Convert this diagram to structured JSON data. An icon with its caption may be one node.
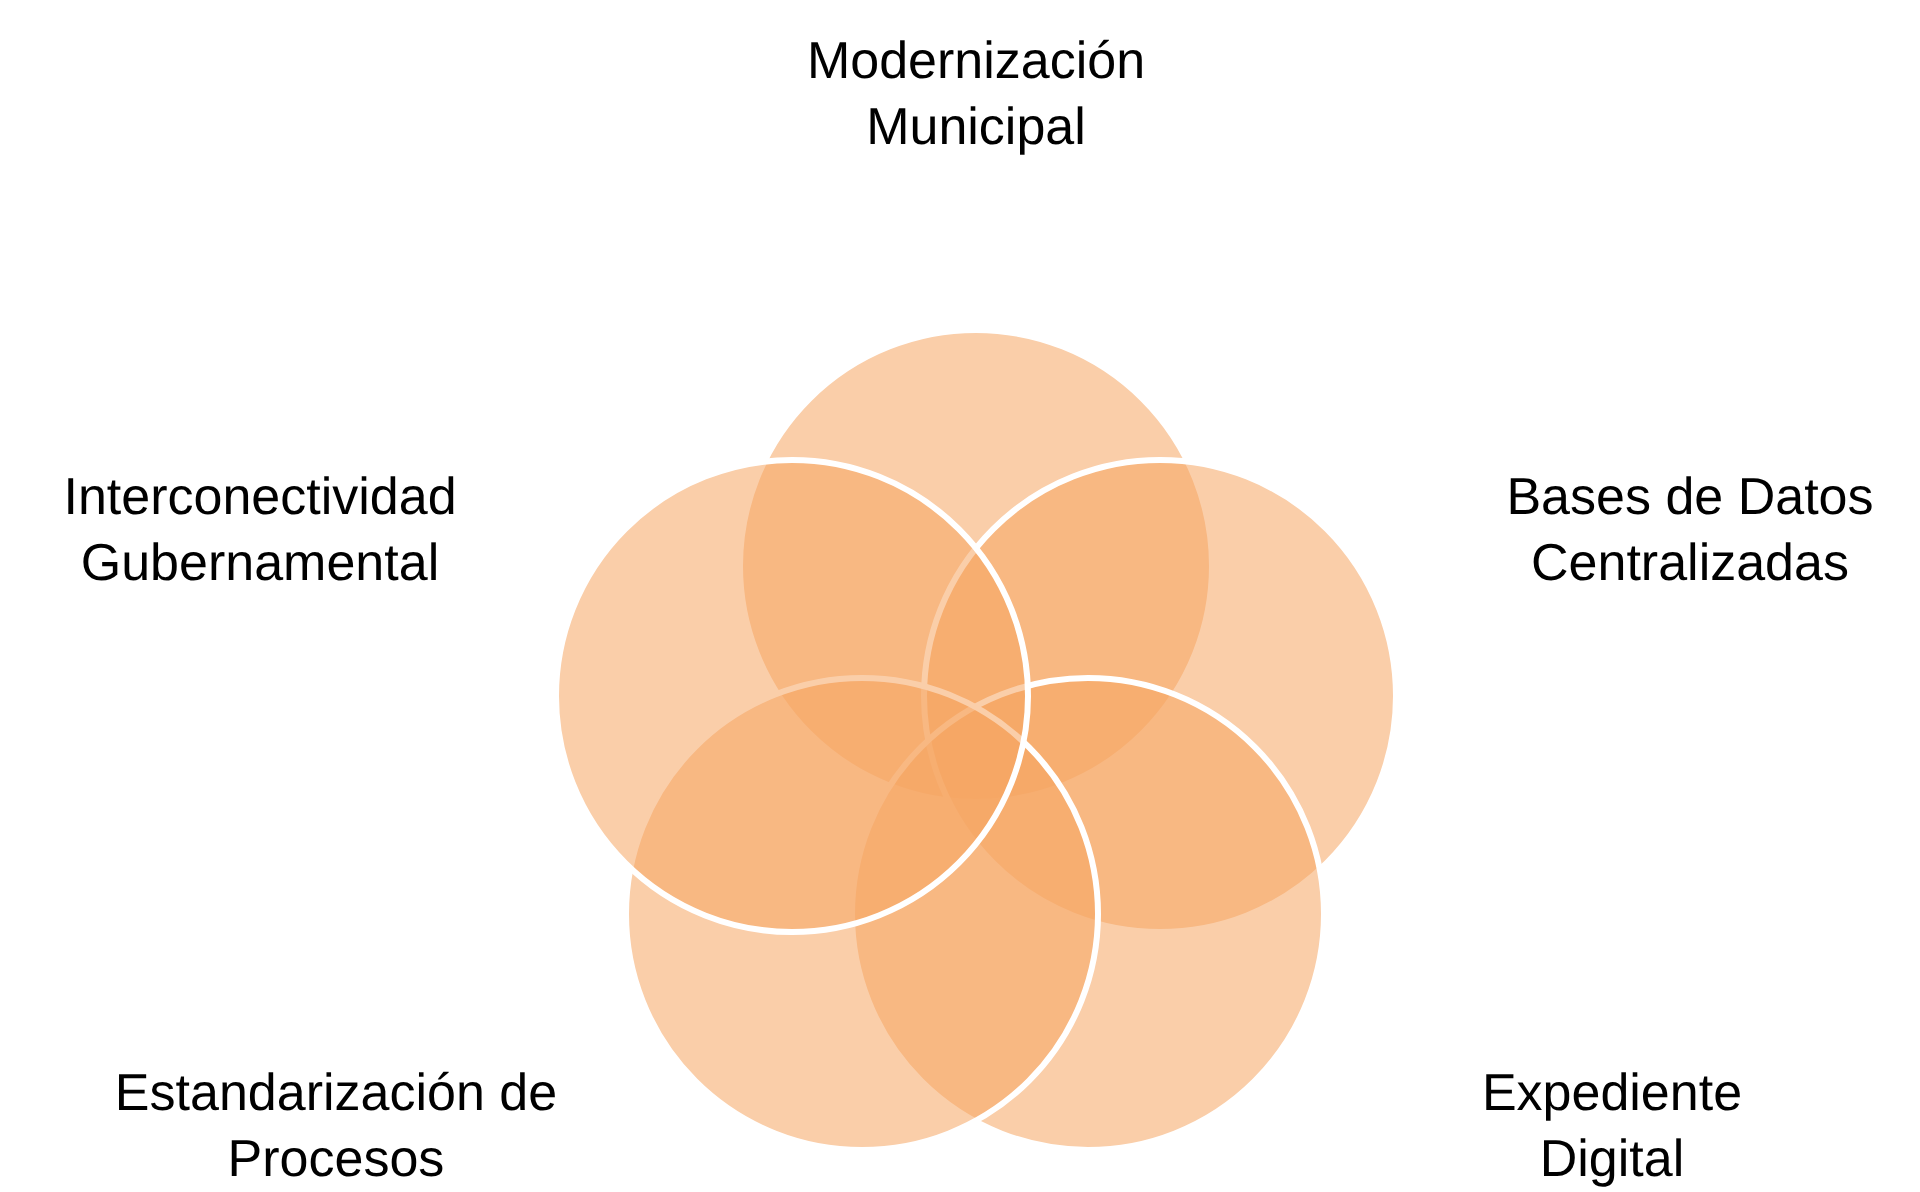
{
  "diagram": {
    "nodes": [
      {
        "text": [
          "Modernización Municipal"
        ]
      },
      {
        "text": [
          "Bases de Datos Centralizadas"
        ]
      },
      {
        "text": [
          "Expediente Digital"
        ]
      },
      {
        "text": [
          "Estandarización de Procesos"
        ]
      },
      {
        "text": [
          "Interconectividad Gubernamental"
        ]
      }
    ]
  }
}
